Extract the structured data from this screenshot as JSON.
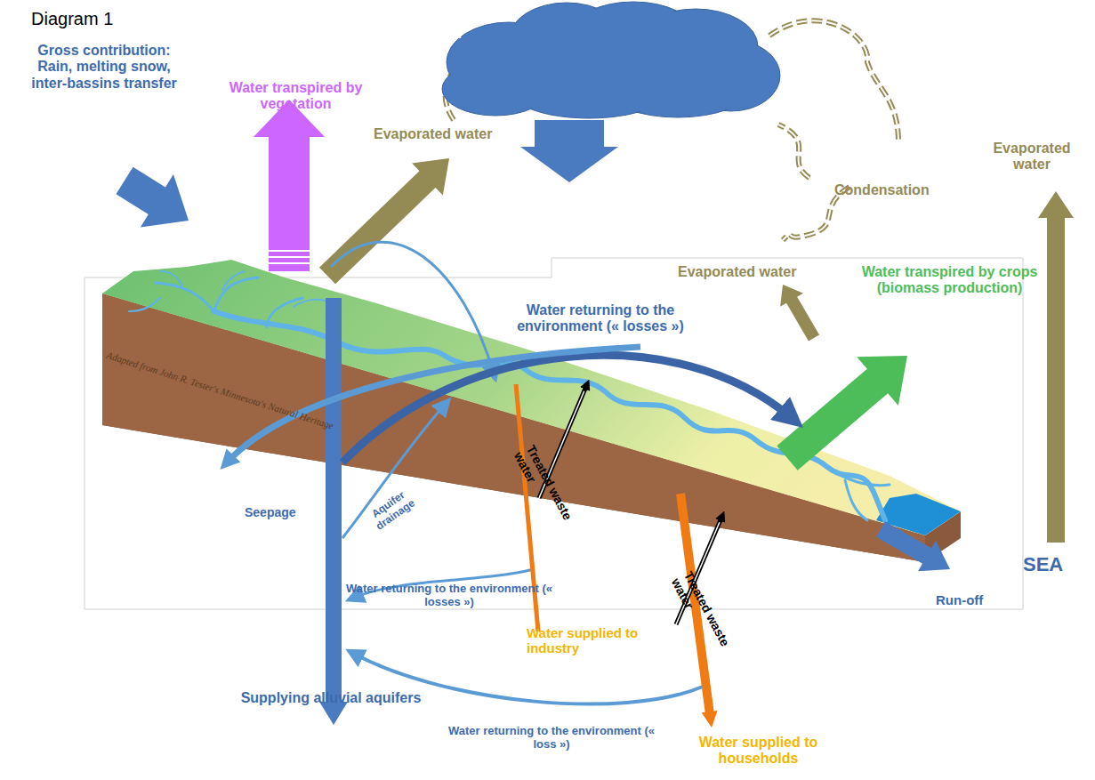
{
  "diagram": {
    "title": "Diagram 1",
    "nodes": [
      {
        "text": [
          "Rain"
        ]
      }
    ],
    "labels": [
      "Gross contribution: Rain, melting snow, inter-bassins transfer",
      "Water transpired by vegetation",
      "Evaporated water",
      "Evaporated water",
      "Condensation",
      "Evaporated water",
      "Water transpired by crops (biomass production)",
      "Water returning to the environment (« losses »)",
      "Seepage",
      "Aquifer drainage",
      "Treated waste water",
      "Treated waste water",
      "Water returning to the environment (« losses »)",
      "Water supplied to industry",
      "Run-off",
      "SEA",
      "Supplying alluvial aquifers",
      "Water returning to the environment (« loss »)",
      "Water supplied to households",
      "Adapted from John R. Tester's Minnesota's Natural Heritage"
    ]
  }
}
